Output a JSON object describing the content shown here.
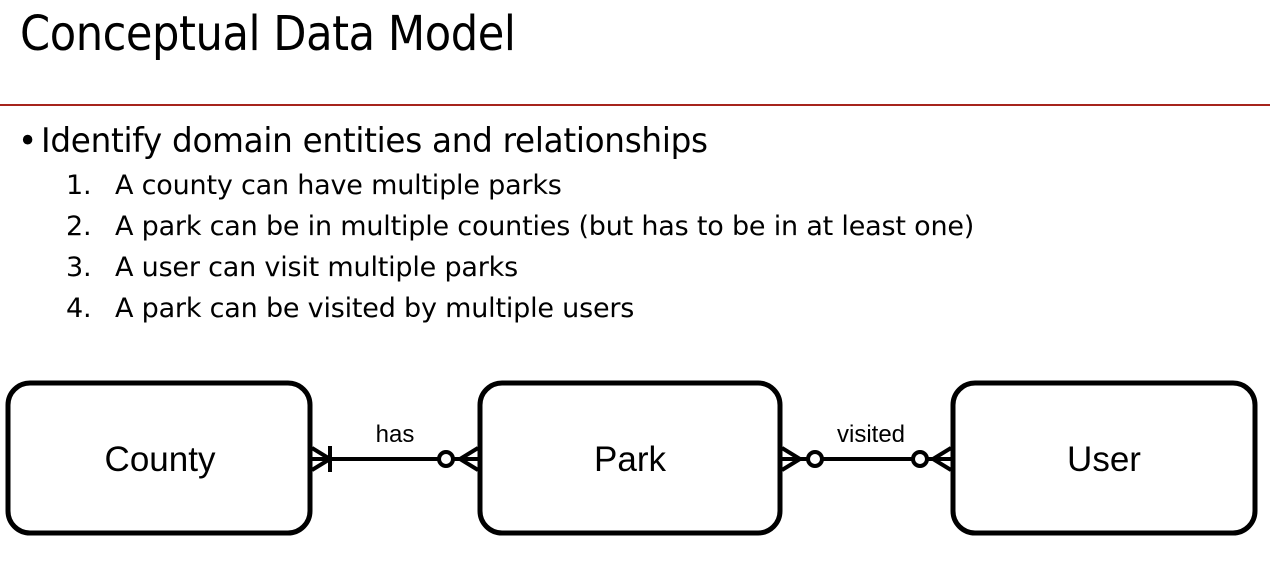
{
  "slide": {
    "title": "Conceptual Data Model",
    "bullet": "Identify domain entities and relationships",
    "steps": [
      {
        "num": "1.",
        "text": "A county can have multiple parks"
      },
      {
        "num": "2.",
        "text": "A park can be in multiple counties (but has to be in at least one)"
      },
      {
        "num": "3.",
        "text": "A user can visit multiple parks"
      },
      {
        "num": "4.",
        "text": "A park can be visited by multiple users"
      }
    ]
  },
  "diagram": {
    "entities": [
      {
        "id": "county",
        "label": "County"
      },
      {
        "id": "park",
        "label": "Park"
      },
      {
        "id": "user",
        "label": "User"
      }
    ],
    "relationships": [
      {
        "label": "has",
        "from": "county",
        "to": "park",
        "from_cardinality": "one-or-many",
        "to_cardinality": "zero-or-many"
      },
      {
        "label": "visited",
        "from": "park",
        "to": "user",
        "from_cardinality": "zero-or-many",
        "to_cardinality": "zero-or-many"
      }
    ]
  },
  "colors": {
    "rule": "#a6241c",
    "text": "#000000",
    "background": "#ffffff"
  }
}
